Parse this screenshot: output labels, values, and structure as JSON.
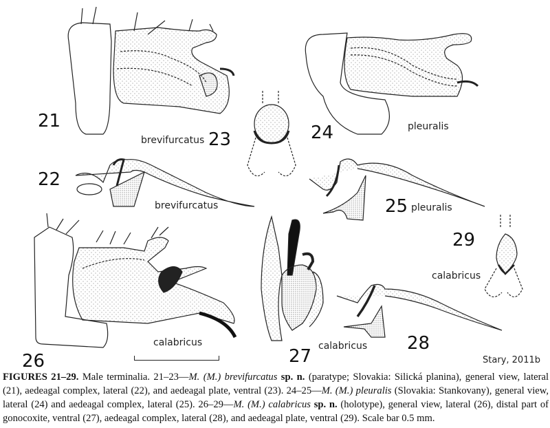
{
  "figure": {
    "numbers": [
      "21",
      "22",
      "23",
      "24",
      "25",
      "26",
      "27",
      "28",
      "29"
    ],
    "labels": {
      "fig21_23": "brevifurcatus",
      "fig22": "brevifurcatus",
      "fig24": "pleuralis",
      "fig25": "pleuralis",
      "fig26": "calabricus",
      "fig27": "calabricus",
      "fig29": "calabricus"
    },
    "credit": "Stary, 2011b"
  },
  "caption": {
    "title": "FIGURES 21–29.",
    "intro": " Male terminalia. 21–23—",
    "sp1_genus": "M. (M.) brevifurcatus",
    "sp1_status": " sp. n.",
    "sp1_detail": " (paratype; Slovakia: Silická planina), general view, lateral (21), aedeagal complex, lateral (22), and aedeagal plate, ventral (23). 24–25—",
    "sp2_genus": "M. (M.) pleuralis",
    "sp2_detail": " (Slovakia: Stankovany), general view, lateral (24) and aedeagal complex, lateral (25). 26–29—",
    "sp3_genus": "M. (M.) calabricus",
    "sp3_status": " sp. n.",
    "sp3_detail": " (holotype), general view, lateral (26), distal part of gonocoxite, ventral (27), aedeagal complex, lateral (28), and aedeagal plate, ventral (29). Scale bar 0.5 mm."
  }
}
